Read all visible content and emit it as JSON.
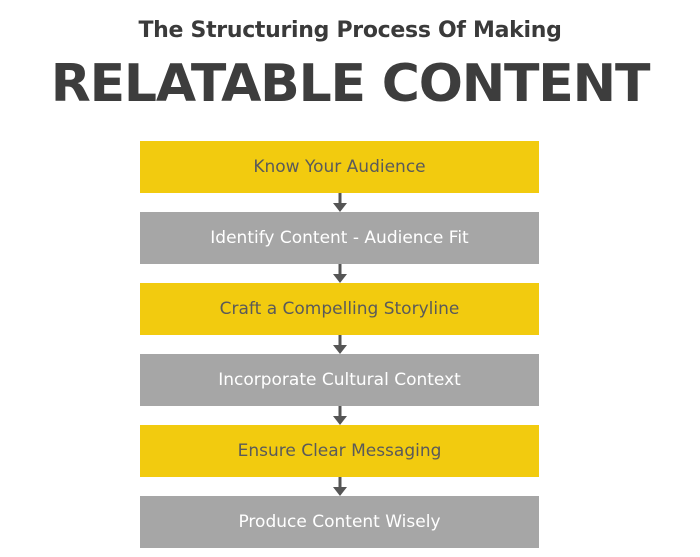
{
  "header": {
    "subtitle": "The Structuring Process Of Making",
    "title": "RELATABLE CONTENT"
  },
  "colors": {
    "yellow": "#f2cb0f",
    "gray": "#a6a6a6",
    "arrow": "#555555"
  },
  "steps": [
    {
      "label": "Know Your Audience",
      "color": "yellow"
    },
    {
      "label": "Identify Content - Audience Fit",
      "color": "gray"
    },
    {
      "label": "Craft a Compelling Storyline",
      "color": "yellow"
    },
    {
      "label": "Incorporate Cultural Context",
      "color": "gray"
    },
    {
      "label": "Ensure Clear Messaging",
      "color": "yellow"
    },
    {
      "label": "Produce Content Wisely",
      "color": "gray"
    }
  ]
}
